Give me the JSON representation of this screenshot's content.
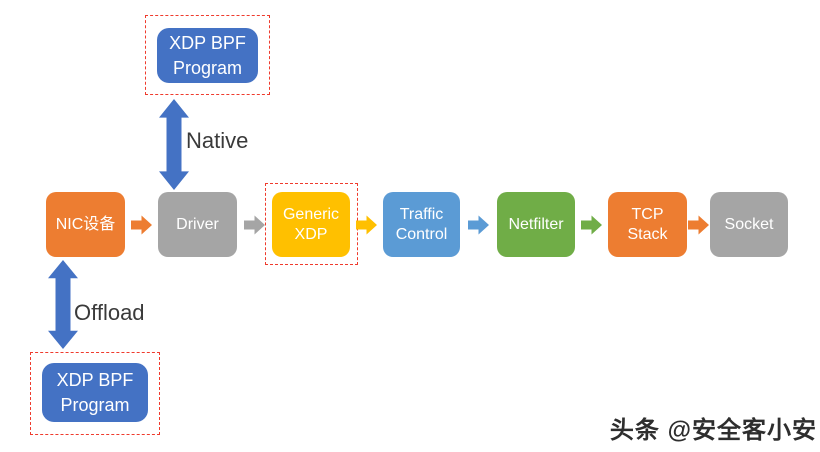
{
  "colors": {
    "orange": "#ED7D31",
    "gray": "#A5A5A5",
    "yellow": "#FFC000",
    "light_blue": "#5B9BD5",
    "green": "#70AD47",
    "accent_blue": "#4472C4",
    "highlight_border": "#EF3B2D"
  },
  "pipeline": {
    "boxes": [
      {
        "name": "nic",
        "lines": [
          "NIC设备"
        ],
        "color": "#ED7D31",
        "highlighted": false
      },
      {
        "name": "driver",
        "lines": [
          "Driver"
        ],
        "color": "#A5A5A5",
        "highlighted": false
      },
      {
        "name": "generic-xdp",
        "lines": [
          "Generic",
          "XDP"
        ],
        "color": "#FFC000",
        "highlighted": true
      },
      {
        "name": "traffic-control",
        "lines": [
          "Traffic",
          "Control"
        ],
        "color": "#5B9BD5",
        "highlighted": false
      },
      {
        "name": "netfilter",
        "lines": [
          "Netfilter"
        ],
        "color": "#70AD47",
        "highlighted": false
      },
      {
        "name": "tcp-stack",
        "lines": [
          "TCP",
          "Stack"
        ],
        "color": "#ED7D31",
        "highlighted": false
      },
      {
        "name": "socket",
        "lines": [
          "Socket"
        ],
        "color": "#A5A5A5",
        "highlighted": false
      }
    ],
    "arrows": [
      {
        "color": "#ED7D31"
      },
      {
        "color": "#A5A5A5"
      },
      {
        "color": "#FFC000"
      },
      {
        "color": "#5B9BD5"
      },
      {
        "color": "#70AD47"
      },
      {
        "color": "#ED7D31"
      }
    ]
  },
  "branches": {
    "native": {
      "label": "Native",
      "arrow_color": "#4472C4",
      "box": {
        "lines": [
          "XDP BPF",
          "Program"
        ],
        "color": "#4472C4"
      }
    },
    "offload": {
      "label": "Offload",
      "arrow_color": "#4472C4",
      "box": {
        "lines": [
          "XDP BPF",
          "Program"
        ],
        "color": "#4472C4"
      }
    }
  },
  "watermark": {
    "text": "头条 @安全客小安"
  }
}
